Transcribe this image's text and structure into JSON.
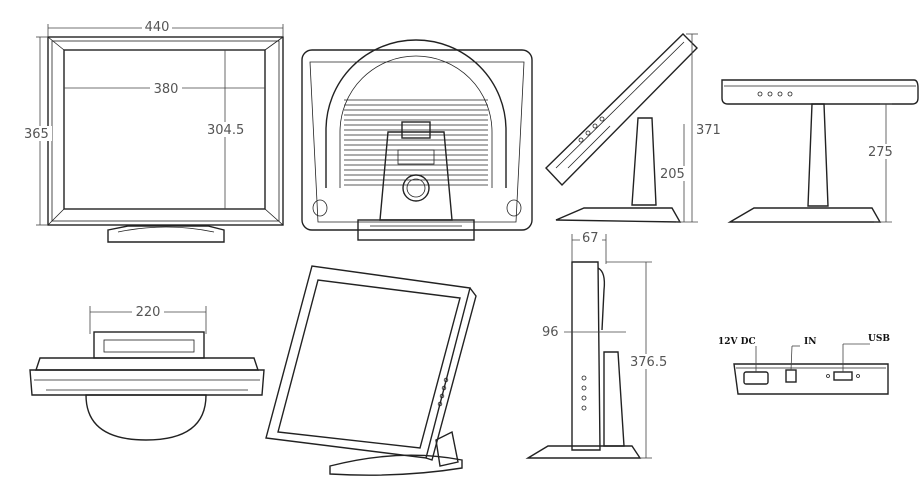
{
  "front_view": {
    "width": "440",
    "screen_width": "380",
    "height": "365",
    "screen_height": "304.5"
  },
  "side_view": {
    "total_height": "371",
    "stand_height": "205"
  },
  "side_view_2": {
    "height": "275"
  },
  "bottom_view": {
    "stand_width": "220"
  },
  "profile_view": {
    "depth": "67",
    "offset": "96",
    "height": "376.5"
  },
  "ports": {
    "power": "12V DC",
    "video": "IN",
    "usb": "USB"
  }
}
